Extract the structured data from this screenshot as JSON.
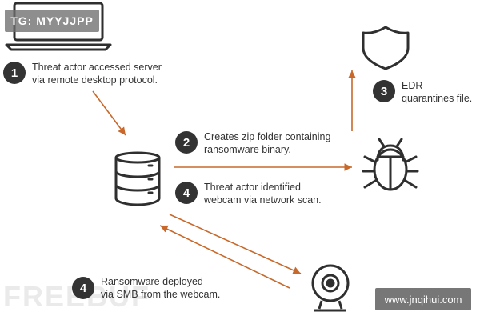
{
  "watermarks": {
    "top_left": "TG: MYYJJPP",
    "bottom_right": "www.jnqihui.com",
    "logo": "FREEBUF"
  },
  "colors": {
    "arrow": "#c8692b",
    "icon_stroke": "#2f2f2f",
    "badge_bg": "#333333"
  },
  "icons": [
    "laptop-icon",
    "shield-icon",
    "database-icon",
    "bug-icon",
    "webcam-icon"
  ],
  "steps": [
    {
      "number": "1",
      "lines": [
        "Threat actor accessed server",
        "via remote desktop protocol."
      ]
    },
    {
      "number": "2",
      "lines": [
        "Creates zip folder containing",
        "ransomware binary."
      ]
    },
    {
      "number": "3",
      "lines": [
        "EDR",
        "quarantines file."
      ]
    },
    {
      "number": "4",
      "lines": [
        "Threat actor identified",
        "webcam via network scan."
      ]
    },
    {
      "number": "4",
      "lines": [
        "Ransomware deployed",
        "via SMB from the webcam."
      ]
    }
  ]
}
